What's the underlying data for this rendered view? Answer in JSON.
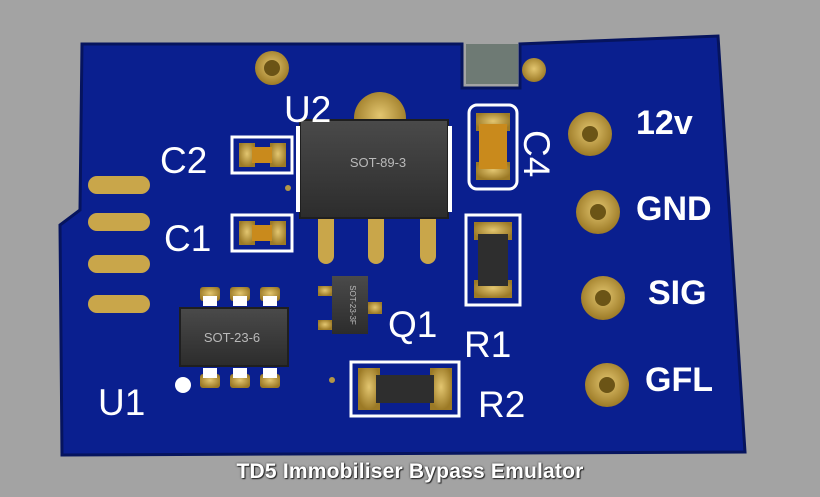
{
  "caption": "TD5 Immobiliser Bypass Emulator",
  "silkscreen": {
    "u2": "U2",
    "u1": "U1",
    "c1": "C1",
    "c2": "C2",
    "c4": "C4",
    "q1": "Q1",
    "r1": "R1",
    "r2": "R2"
  },
  "packages": {
    "u2": "SOT-89-3",
    "u1": "SOT-23-6",
    "q1": "SOT-23-3F"
  },
  "pins": [
    "12v",
    "GND",
    "SIG",
    "GFL"
  ],
  "colors": {
    "board": "#0a1f8f",
    "copper": "#c8a445",
    "silk": "#ffffff",
    "chip": "#3a3a3a",
    "background": "#a3a3a3"
  }
}
